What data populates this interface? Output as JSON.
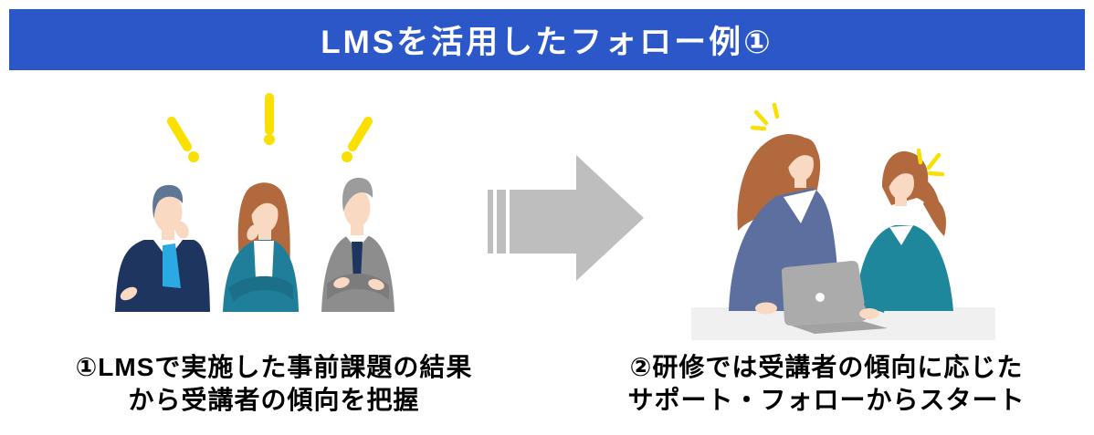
{
  "header": {
    "title": "LMSを活用したフォロー例①"
  },
  "captions": {
    "left": {
      "line1": "①LMSで実施した事前課題の結果",
      "line2": "から受講者の傾向を把握"
    },
    "right": {
      "line1": "②研修では受講者の傾向に応じた",
      "line2": "サポート・フォローからスタート"
    }
  },
  "illustrations": {
    "left": "three-thinking-businesspeople-with-exclamation-marks",
    "arrow": "gray-right-block-arrow",
    "right": "two-women-looking-at-laptop-with-sparkles"
  },
  "colors": {
    "header_bg": "#2B57C9",
    "header_text": "#FFFFFF",
    "text": "#000000",
    "yellow": "#FADF00",
    "arrow": "#BEBEBE",
    "navy": "#1E3560",
    "steel_hair": "#5F7795",
    "tie_blue": "#2BA9E2",
    "teal": "#1F7E99",
    "teal_dark": "#1B6F88",
    "teal2": "#1F879B",
    "gray_suit": "#8D8D8D",
    "gray_dark": "#7C7C7C",
    "gray_hair": "#9C9C9C",
    "slate": "#5C6F9E",
    "hair_brown": "#B2693E",
    "skin": "#F9D9C1",
    "laptop": "#ABABAB",
    "laptop_base": "#A2A2A2",
    "table": "#F0F0F0"
  }
}
